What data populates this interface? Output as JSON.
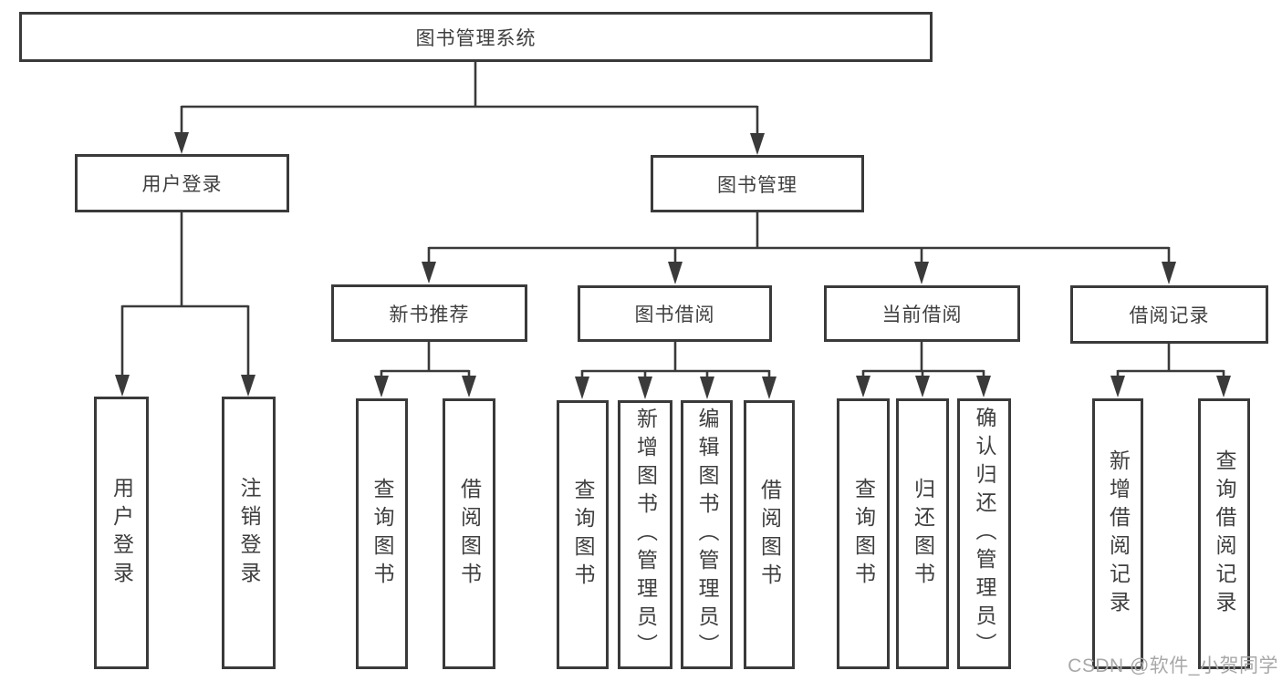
{
  "colors": {
    "line": "#3a3a3a",
    "text": "#3f3f3f",
    "background": "#ffffff",
    "watermark": "#a8a8a8"
  },
  "tree": {
    "root": {
      "label": "图书管理系统",
      "children": [
        {
          "label": "用户登录",
          "children": [
            {
              "label": "用户登录"
            },
            {
              "label": "注销登录"
            }
          ]
        },
        {
          "label": "图书管理",
          "children": [
            {
              "label": "新书推荐",
              "children": [
                {
                  "label": "查询图书"
                },
                {
                  "label": "借阅图书"
                }
              ]
            },
            {
              "label": "图书借阅",
              "children": [
                {
                  "label": "查询图书"
                },
                {
                  "label": "新增图书（管理员）"
                },
                {
                  "label": "编辑图书（管理员）"
                },
                {
                  "label": "借阅图书"
                }
              ]
            },
            {
              "label": "当前借阅",
              "children": [
                {
                  "label": "查询图书"
                },
                {
                  "label": "归还图书"
                },
                {
                  "label": "确认归还（管理员）"
                }
              ]
            },
            {
              "label": "借阅记录",
              "children": [
                {
                  "label": "新增借阅记录"
                },
                {
                  "label": "查询借阅记录"
                }
              ]
            }
          ]
        }
      ]
    }
  },
  "watermark": {
    "text": "CSDN @软件_小贺同学"
  }
}
